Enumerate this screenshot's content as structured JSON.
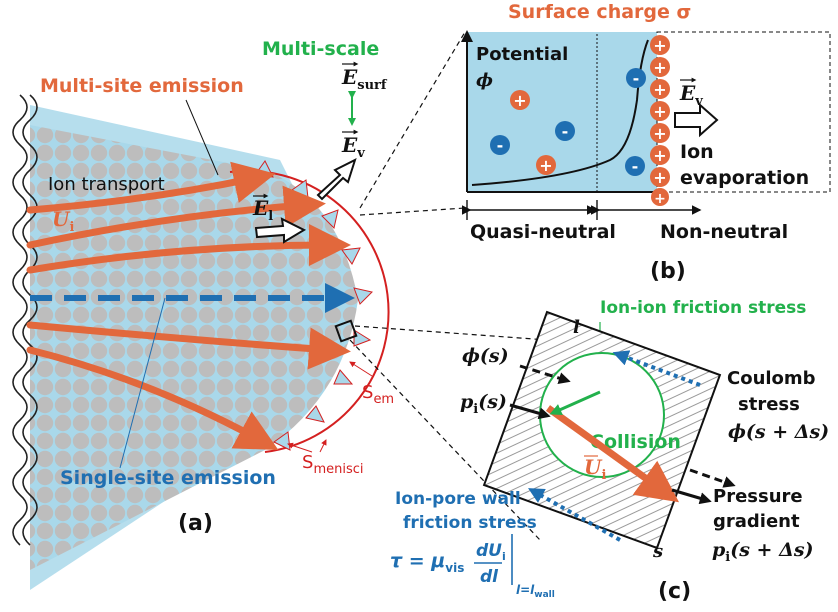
{
  "panel_a": {
    "label": "(a)",
    "multi_site_emission": "Multi-site emission",
    "multi_scale": "Multi-scale",
    "ion_transport": "Ion transport",
    "single_site_emission": "Single-site emission",
    "U_i": "U",
    "U_i_sub": "i",
    "E_surf": "E",
    "E_surf_sub": "surf",
    "E_v": "E",
    "E_v_sub": "v",
    "E_l": "E",
    "E_l_sub": "l",
    "S_em": "S",
    "S_em_sub": "em",
    "S_menisci": "S",
    "S_menisci_sub": "menisci"
  },
  "panel_b": {
    "label": "(b)",
    "surface_charge": "Surface charge σ",
    "potential": "Potential",
    "phi": "ϕ",
    "E_v": "E",
    "E_v_sub": "v",
    "ion": "Ion",
    "evaporation": "evaporation",
    "quasi_neutral": "Quasi-neutral",
    "non_neutral": "Non-neutral",
    "plus": "+",
    "minus": "-"
  },
  "panel_c": {
    "label": "(c)",
    "ion_ion_friction": "Ion-ion friction stress",
    "phi_s": "ϕ(s)",
    "p_s": "p",
    "p_s_sub": "i",
    "p_s_arg": "(s)",
    "coulomb": "Coulomb",
    "stress": "stress",
    "phi_s_ds": "ϕ(s + Δs)",
    "collision": "Collision",
    "U_i": "U",
    "U_i_sub": "i",
    "pressure": "Pressure",
    "gradient": "gradient",
    "p_ds": "p",
    "p_ds_sub": "i",
    "p_ds_arg": "(s + Δs)",
    "wall_friction_1": "Ion-pore wall",
    "wall_friction_2": "friction stress",
    "tau_lhs": "τ = μ",
    "tau_sub": "vis",
    "tau_num": "dU",
    "tau_num_sub": "i",
    "tau_den": "dl",
    "tau_eval": "l=l",
    "tau_eval_sub": "wall",
    "axis_l": "l",
    "axis_s": "s"
  },
  "colors": {
    "orange": "#e2683c",
    "blue": "#1f6fb2",
    "green": "#22b14c",
    "light_blue": "#a9d8ea",
    "grey": "#b9b9b9",
    "red": "#d42020"
  }
}
